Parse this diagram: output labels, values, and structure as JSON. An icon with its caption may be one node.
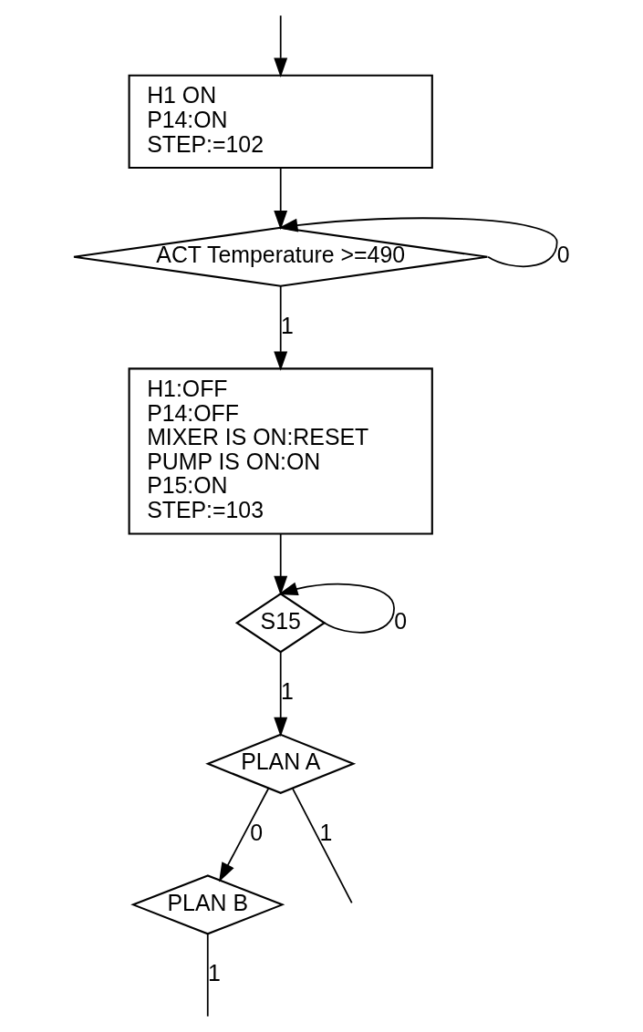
{
  "diagram": {
    "nodes": [
      {
        "text": [
          "H1 ON",
          "P14:ON",
          "STEP:=102"
        ]
      },
      {
        "text": [
          "ACT Temperature >=490"
        ]
      },
      {
        "text": [
          "H1:OFF",
          "P14:OFF",
          "MIXER IS ON:RESET",
          "PUMP IS ON:ON",
          "P15:ON",
          "STEP:=103"
        ]
      },
      {
        "text": [
          "S15"
        ]
      },
      {
        "text": [
          "PLAN A"
        ]
      },
      {
        "text": [
          "PLAN B"
        ]
      }
    ],
    "edges": [
      {
        "from": null,
        "to": 0,
        "arrow": "to"
      },
      {
        "from": 0,
        "to": 1,
        "arrow": "to"
      },
      {
        "from": 1,
        "to": 1,
        "arrow": "to",
        "label": "0"
      },
      {
        "from": 1,
        "to": 2,
        "arrow": "to",
        "label": "1"
      },
      {
        "from": 2,
        "to": 3,
        "arrow": "to"
      },
      {
        "from": 3,
        "to": 3,
        "arrow": "to",
        "label": "0"
      },
      {
        "from": 3,
        "to": 4,
        "arrow": "to",
        "label": "1"
      },
      {
        "from": 4,
        "to": 5,
        "arrow": "to",
        "label": "0"
      },
      {
        "from": 4,
        "to": null,
        "arrow": "none",
        "label": "1"
      },
      {
        "from": 5,
        "to": null,
        "arrow": "none",
        "label": "1"
      }
    ]
  }
}
